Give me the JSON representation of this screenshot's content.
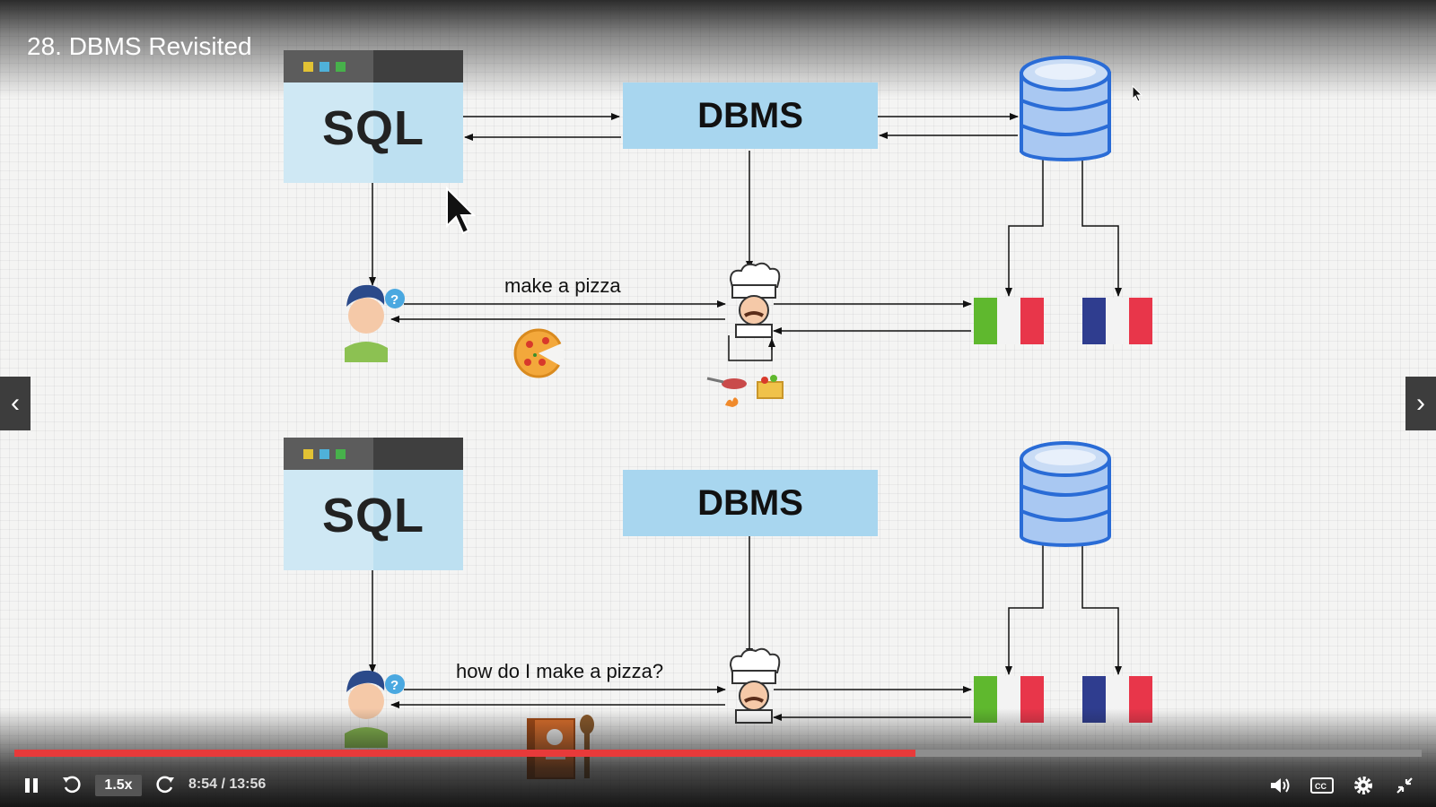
{
  "title": "28. DBMS Revisited",
  "diagram": {
    "top": {
      "sql_label": "SQL",
      "dbms_label": "DBMS",
      "request_caption": "make a pizza"
    },
    "bottom": {
      "sql_label": "SQL",
      "dbms_label": "DBMS",
      "request_caption": "how do I make a pizza?"
    }
  },
  "player": {
    "speed": "1.5x",
    "time": "8:54 / 13:56",
    "progress": 0.64
  },
  "colors": {
    "progress": "#e83a3a",
    "italy_green": "#5fb82e",
    "italy_red": "#e8364a",
    "france_blue": "#2f3d8f",
    "france_red": "#e8364a",
    "dbms_box": "#a8d6ef"
  },
  "icons": [
    "pause-icon",
    "rewind-icon",
    "forward-icon",
    "volume-icon",
    "cc-icon",
    "settings-icon",
    "exit-fullscreen-icon",
    "chevron-left-icon",
    "chevron-right-icon"
  ]
}
